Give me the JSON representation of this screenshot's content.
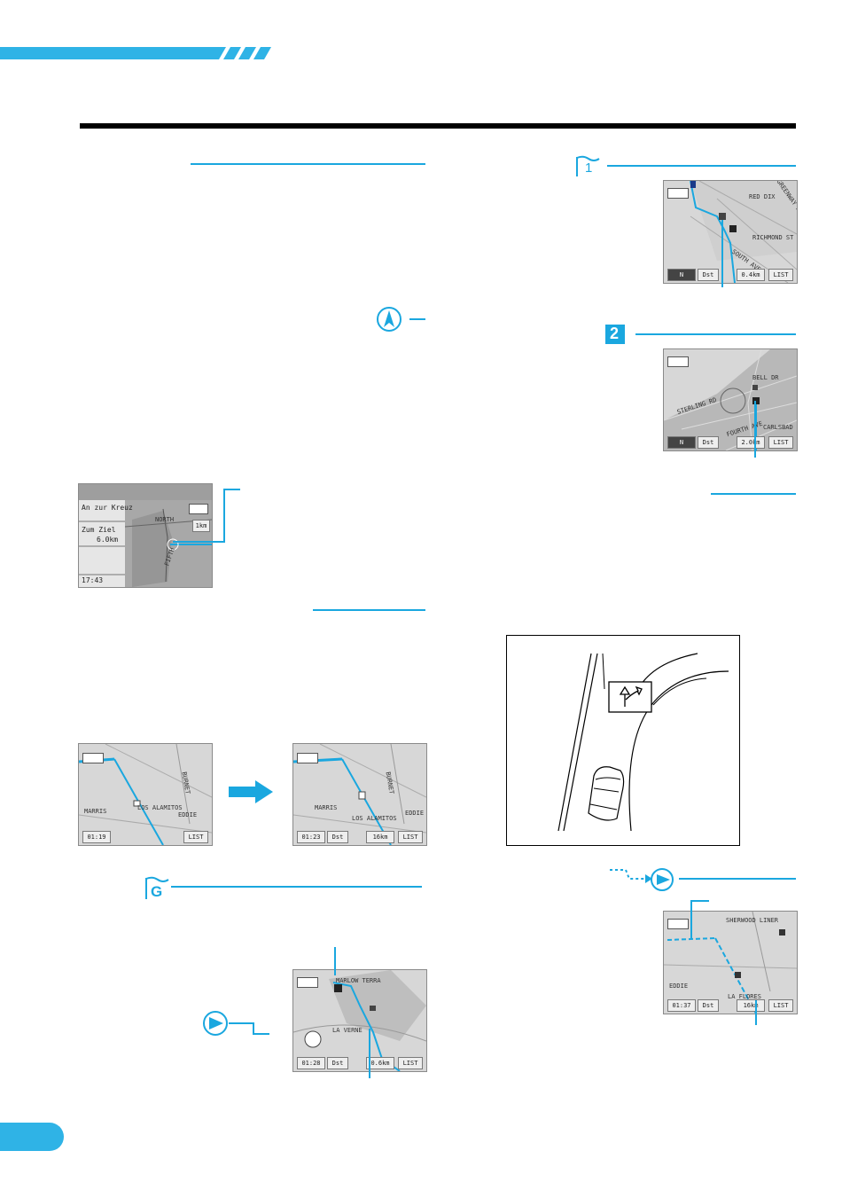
{
  "colors": {
    "accent": "#1aa7df",
    "rule": "#000000",
    "screen_bg": "#d7d7d7"
  },
  "icons": {
    "north_arrow": "north-arrow-icon",
    "flag_1": "flag-1-icon",
    "badge_2": "number-2-badge-icon",
    "flag_g": "goal-flag-icon",
    "route_marker": "route-marker-icon",
    "arrow_right": "arrow-right-icon"
  },
  "labels": {
    "flag_1_digit": "1",
    "badge_2_digit": "2",
    "flag_g_letter": "G"
  },
  "screen_zoom": {
    "panel_row1": "An zur Kreuz",
    "panel_row2": "Zum Ziel",
    "panel_distance": "6.0",
    "panel_distance_unit": "km",
    "clock": "17:43",
    "street1": "NORTH",
    "street2": "FIFTH",
    "scale_btn": "1km"
  },
  "screen_top_right": {
    "street1": "GREENWAY AVE",
    "street2": "RICHMOND ST",
    "street3": "SOUTH AVE",
    "street4": "RED DIX",
    "btn_left": "N",
    "btn_mid": "Dst",
    "btn_dist": "0.4km",
    "btn_right": "LIST"
  },
  "screen_mid_right": {
    "street1": "STERLING RD",
    "street2": "BELL DR",
    "street3": "CARLSBAD E",
    "street4": "FOURTH AVE",
    "btn_left": "N",
    "btn_mid": "Dst",
    "btn_dist": "2.0km",
    "btn_right": "LIST"
  },
  "screen_before": {
    "street1": "BURNET",
    "street2": "MARRIS",
    "street3": "LOS ALAMITOS",
    "street4": "EDDIE",
    "clock": "01:19",
    "btn_right": "LIST"
  },
  "screen_after": {
    "street1": "BURNET",
    "street2": "MARRIS",
    "street3": "LOS ALAMITOS",
    "street4": "EDDIE",
    "clock": "01:23",
    "btn_mid": "Dst",
    "btn_dist": "16km",
    "btn_right": "LIST"
  },
  "screen_goal": {
    "street1": "MARLOW TERRA",
    "street2": "LA VERNE",
    "clock": "01:28",
    "btn_mid": "Dst",
    "btn_dist": "0.6km",
    "btn_right": "LIST"
  },
  "screen_bottom_right": {
    "street1": "SHERWOOD LINER",
    "street2": "EDDIE",
    "street3": "LA FLORES",
    "clock": "01:37",
    "btn_mid": "Dst",
    "btn_dist": "16km",
    "btn_right": "LIST"
  }
}
